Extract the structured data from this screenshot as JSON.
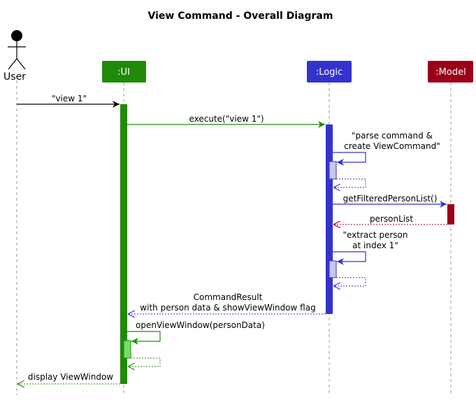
{
  "title": "View Command - Overall Diagram",
  "participants": {
    "user": {
      "label": "User",
      "type": "actor"
    },
    "ui": {
      "label": ":UI",
      "color": "#1f8a0a",
      "activation_color": "#1f8a0a",
      "nested_activation_color": "#77dd66"
    },
    "logic": {
      "label": ":Logic",
      "color": "#3333cc",
      "activation_color": "#3333cc",
      "nested_activation_color": "#c6c6ee"
    },
    "model": {
      "label": ":Model",
      "color": "#9b0017",
      "activation_color": "#9b0017"
    }
  },
  "messages": [
    {
      "id": "m1",
      "from": "user",
      "to": "ui",
      "lines": [
        "\"view 1\""
      ],
      "style": "sync",
      "color": "#000000"
    },
    {
      "id": "m2",
      "from": "ui",
      "to": "logic",
      "lines": [
        "execute(\"view 1\")"
      ],
      "style": "sync",
      "color": "#1f8a0a"
    },
    {
      "id": "m3",
      "from": "logic",
      "to": "logic",
      "lines": [
        "\"parse command &",
        "create ViewCommand\""
      ],
      "style": "self",
      "color": "#3333cc"
    },
    {
      "id": "m4",
      "from": "logic",
      "to": "logic",
      "lines": [],
      "style": "self-return",
      "color": "#3333cc"
    },
    {
      "id": "m5",
      "from": "logic",
      "to": "model",
      "lines": [
        "getFilteredPersonList()"
      ],
      "style": "sync",
      "color": "#3333cc"
    },
    {
      "id": "m6",
      "from": "model",
      "to": "logic",
      "lines": [
        "personList"
      ],
      "style": "return",
      "color": "#9b0017"
    },
    {
      "id": "m7",
      "from": "logic",
      "to": "logic",
      "lines": [
        "\"extract person",
        "at index 1\""
      ],
      "style": "self",
      "color": "#3333cc"
    },
    {
      "id": "m8",
      "from": "logic",
      "to": "logic",
      "lines": [],
      "style": "self-return",
      "color": "#3333cc"
    },
    {
      "id": "m9",
      "from": "logic",
      "to": "ui",
      "lines": [
        "CommandResult",
        "with person data & showViewWindow flag"
      ],
      "style": "return",
      "color": "#3333cc"
    },
    {
      "id": "m10",
      "from": "ui",
      "to": "ui",
      "lines": [
        "openViewWindow(personData)"
      ],
      "style": "self",
      "color": "#1f8a0a"
    },
    {
      "id": "m11",
      "from": "ui",
      "to": "ui",
      "lines": [],
      "style": "self-return",
      "color": "#1f8a0a"
    },
    {
      "id": "m12",
      "from": "ui",
      "to": "user",
      "lines": [
        "display ViewWindow"
      ],
      "style": "return",
      "color": "#1f8a0a"
    }
  ]
}
